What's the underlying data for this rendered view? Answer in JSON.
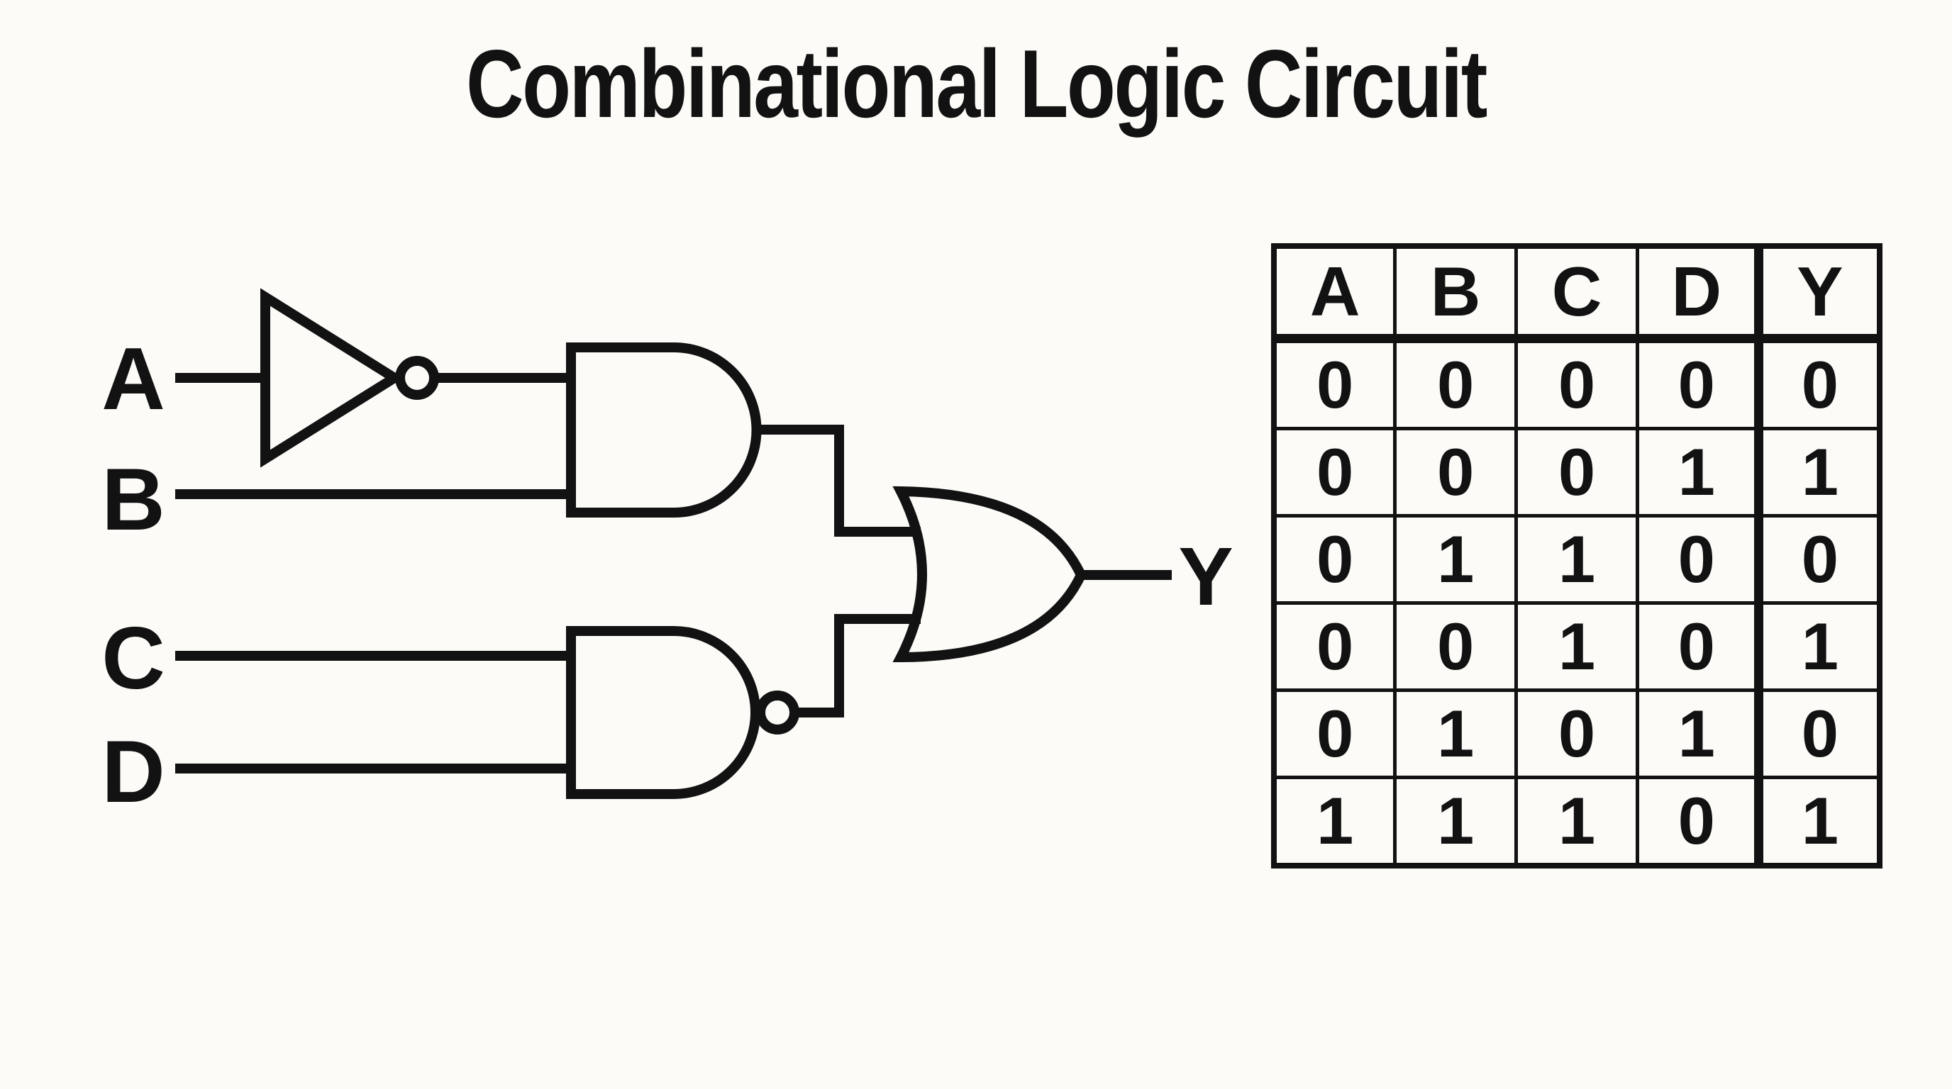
{
  "title": "Combinational Logic Circuit",
  "colors": {
    "background": "#fcfbf8",
    "ink": "#121212"
  },
  "circuit": {
    "input_labels": [
      "A",
      "B",
      "C",
      "D"
    ],
    "output_label": "Y",
    "gates": [
      {
        "type": "not-gate",
        "inputs": [
          "A"
        ]
      },
      {
        "type": "and-gate",
        "inputs": [
          "NOT A",
          "B"
        ]
      },
      {
        "type": "nand-gate",
        "inputs": [
          "C",
          "D"
        ]
      },
      {
        "type": "or-gate",
        "inputs": [
          "and-gate output",
          "nand-gate output"
        ],
        "output": "Y"
      }
    ]
  },
  "truth_table": {
    "headers": [
      "A",
      "B",
      "C",
      "D",
      "Y"
    ],
    "rows": [
      [
        "0",
        "0",
        "0",
        "0",
        "0"
      ],
      [
        "0",
        "0",
        "0",
        "1",
        "1"
      ],
      [
        "0",
        "1",
        "1",
        "0",
        "0"
      ],
      [
        "0",
        "0",
        "1",
        "0",
        "1"
      ],
      [
        "0",
        "1",
        "0",
        "1",
        "0"
      ],
      [
        "1",
        "1",
        "1",
        "0",
        "1"
      ]
    ]
  }
}
